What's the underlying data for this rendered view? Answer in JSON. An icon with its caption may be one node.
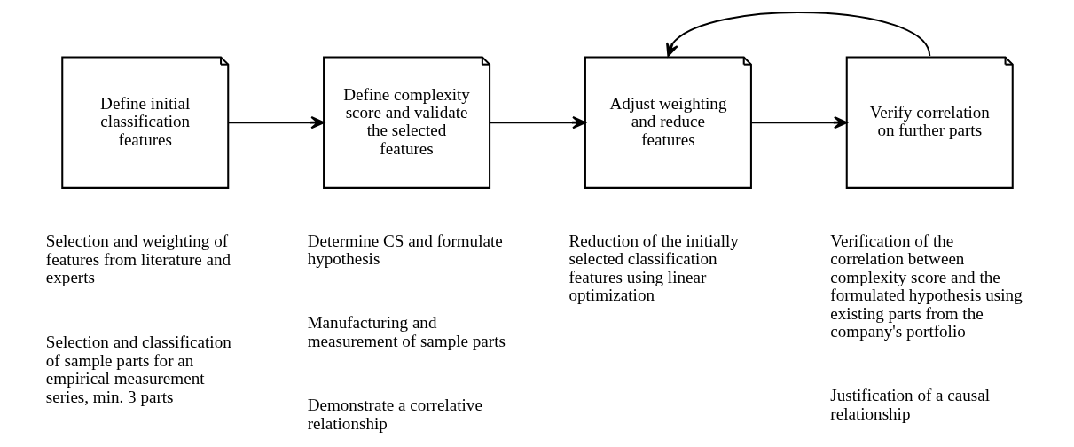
{
  "diagram": {
    "nodes": [
      {
        "text": [
          "Define initial classification features"
        ],
        "beside": [
          "Selection and weighting of features from literature and experts",
          "Selection and classification of sample parts for an empirical measurement series, min. 3 parts"
        ]
      },
      {
        "text": [
          "Define complexity score and validate the selected features"
        ],
        "beside": [
          "Determine CS and formulate hypothesis",
          "Manufacturing and measurement of sample parts",
          "Demonstrate a correlative relationship"
        ]
      },
      {
        "text": [
          "Adjust weighting and reduce features"
        ],
        "beside": [
          "Reduction of the initially selected classification features using linear optimization"
        ]
      },
      {
        "text": [
          "Verify correlation on further parts"
        ],
        "beside": [
          "Verification of the correlation between complexity score and the formulated hypothesis using existing parts from the company's portfolio",
          "Justification of a causal relationship"
        ]
      }
    ],
    "edges": [
      {
        "from": 0,
        "to": 1,
        "arrow": "to"
      },
      {
        "from": 1,
        "to": 2,
        "arrow": "to"
      },
      {
        "from": 2,
        "to": 3,
        "arrow": "to"
      },
      {
        "from": 3,
        "to": 2,
        "arrow": "to"
      }
    ]
  }
}
